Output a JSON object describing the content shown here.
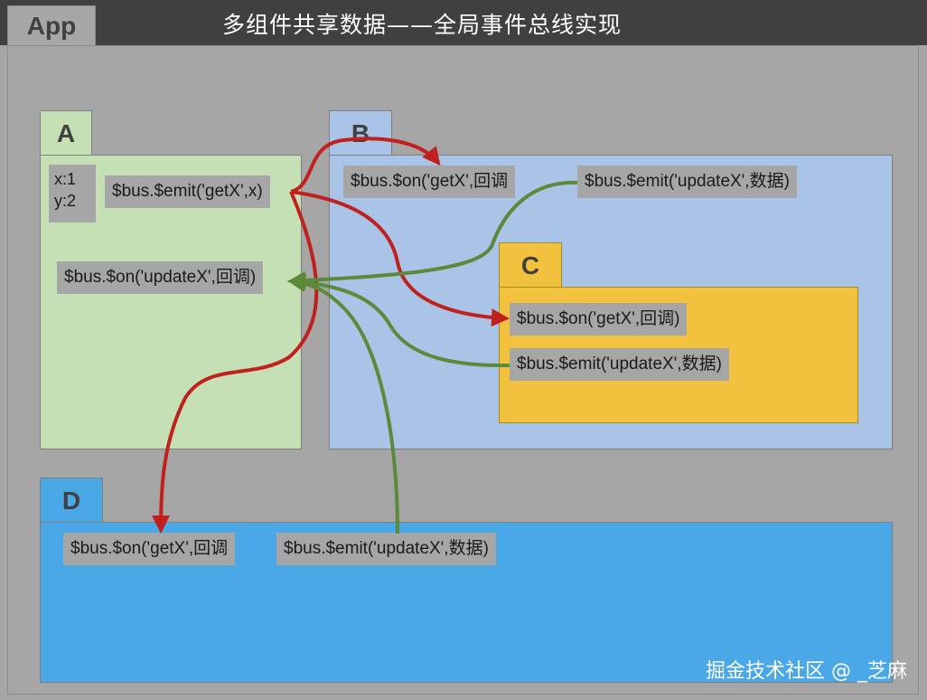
{
  "app_label": "App",
  "title": "多组件共享数据——全局事件总线实现",
  "components": {
    "a": {
      "label": "A",
      "state_x": "x:1",
      "state_y": "y:2",
      "emit": "$bus.$emit('getX',x)",
      "on": "$bus.$on('updateX',回调)"
    },
    "b": {
      "label": "B",
      "on": "$bus.$on('getX',回调",
      "emit": "$bus.$emit('updateX',数据)"
    },
    "c": {
      "label": "C",
      "on": "$bus.$on('getX',回调)",
      "emit": "$bus.$emit('updateX',数据)"
    },
    "d": {
      "label": "D",
      "on": "$bus.$on('getX',回调",
      "emit": "$bus.$emit('updateX',数据)"
    }
  },
  "arrow_colors": {
    "getX": "#c0201e",
    "updateX": "#5a8a3a"
  },
  "watermark": "掘金技术社区 @ _芝麻"
}
